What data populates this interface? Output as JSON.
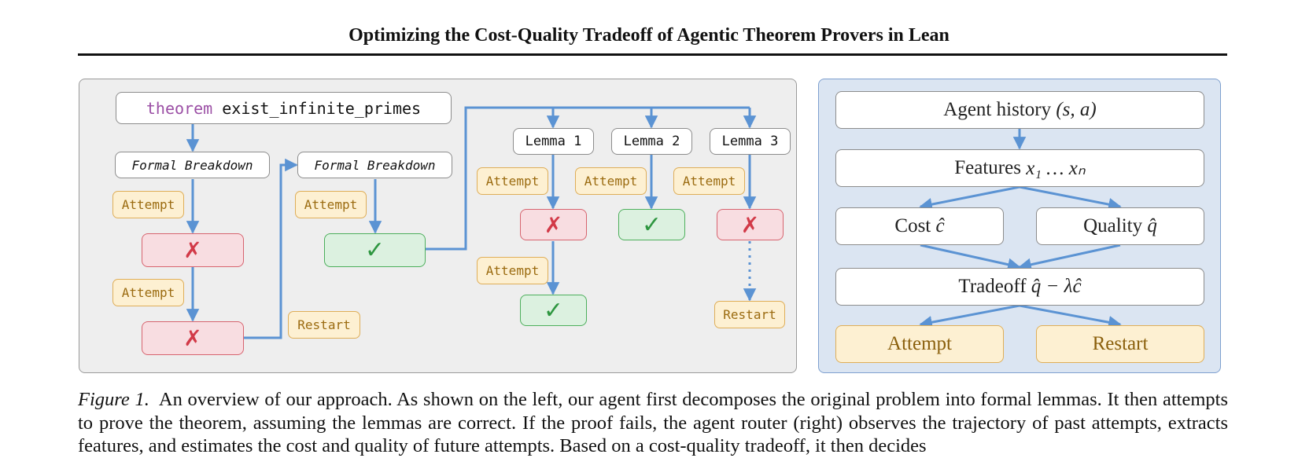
{
  "page": {
    "title": "Optimizing the Cost-Quality Tradeoff of Agentic Theorem Provers in Lean"
  },
  "left_diagram": {
    "theorem_keyword": "theorem",
    "theorem_name": "exist_infinite_primes",
    "formal_breakdown_label": "Formal Breakdown",
    "attempt_label": "Attempt",
    "restart_label": "Restart",
    "lemmas": [
      "Lemma 1",
      "Lemma 2",
      "Lemma 3"
    ],
    "fail_symbol": "✗",
    "success_symbol": "✓"
  },
  "right_diagram": {
    "agent_history_text": "Agent history",
    "agent_history_math": "(s, a)",
    "features_text": "Features",
    "features_math": "x₁ … xₙ",
    "cost_text": "Cost",
    "cost_math": "ĉ",
    "quality_text": "Quality",
    "quality_math": "q̂",
    "tradeoff_text": "Tradeoff",
    "tradeoff_math": "q̂ − λĉ",
    "attempt_label": "Attempt",
    "restart_label": "Restart"
  },
  "caption": {
    "label": "Figure 1.",
    "text": "An overview of our approach. As shown on the left, our agent first decomposes the original problem into formal lemmas. It then attempts to prove the theorem, assuming the lemmas are correct. If the proof fails, the agent router (right) observes the trajectory of past attempts, extracts features, and estimates the cost and quality of future attempts. Based on a cost-quality tradeoff, it then decides"
  },
  "colors": {
    "arrow": "#5b93d3",
    "fail_fill": "#f8dde1",
    "success_fill": "#dcf1e0",
    "attempt_fill": "#fdf0d2",
    "keyword": "#9b4fa5",
    "right_panel_fill": "#dbe5f2"
  }
}
